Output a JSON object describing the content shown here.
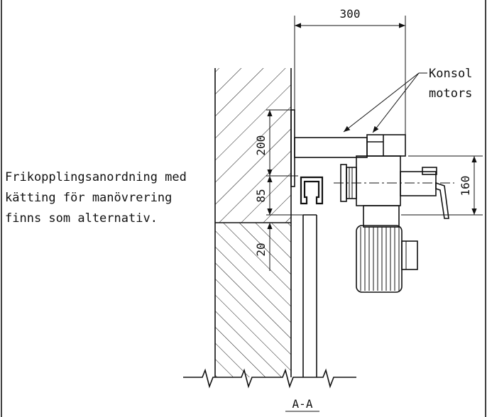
{
  "dimensions": {
    "width_label": "300",
    "height_200": "200",
    "height_85": "85",
    "height_20": "20",
    "height_160": "160"
  },
  "labels": {
    "konsol_line1": "Konsol",
    "konsol_line2": "motors",
    "note_line1": "Frikopplingsanordning med",
    "note_line2": "kätting för manövrering",
    "note_line3": "finns som alternativ.",
    "section": "A-A"
  },
  "colors": {
    "line": "#111111",
    "background": "#ffffff"
  }
}
